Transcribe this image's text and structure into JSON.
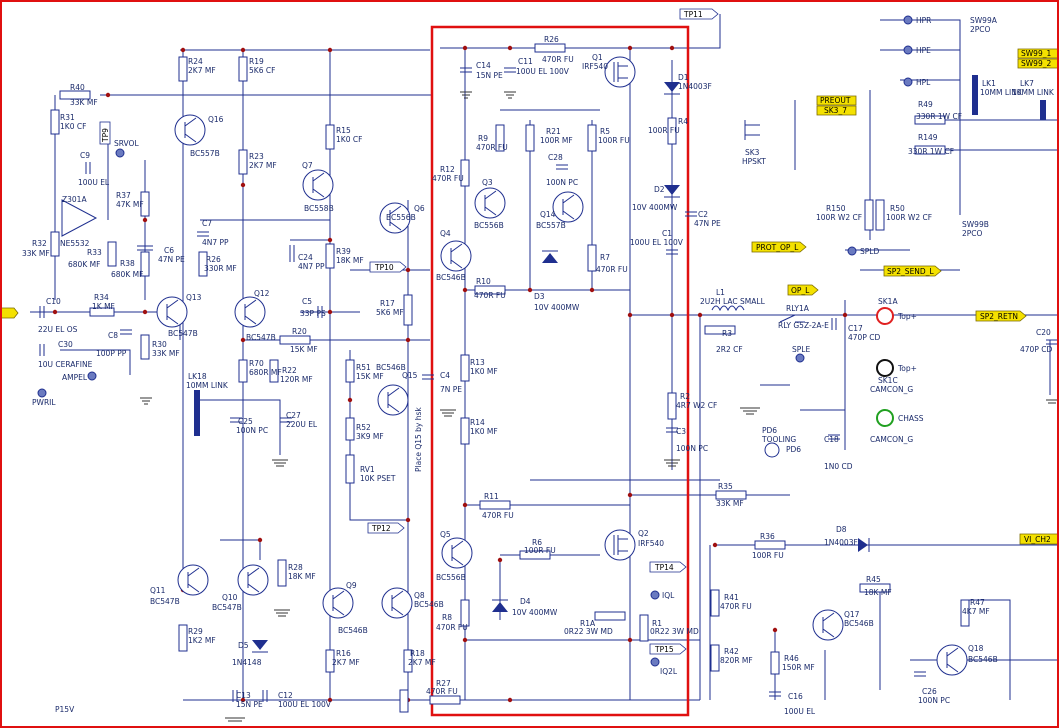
{
  "colors": {
    "wire": "#1f2f8f",
    "junction": "#a01010",
    "label": "#1a2a6a",
    "highlight_box": "#e01010",
    "net_tag": "#f4e100",
    "connector_red": "#e02020",
    "connector_green": "#20a020"
  },
  "net_tags": {
    "prot_op_l": "PROT_OP_L",
    "op_l": "OP_L",
    "sp2_send_l": "SP2_SEND_L",
    "sp2_retn": "SP2_RETN",
    "vi_ch2": "VI_CH2",
    "sw99_1": "SW99_1",
    "sw99_2": "SW99_2",
    "preout": "PREOUT",
    "sk3_7": "SK3_7"
  },
  "test_points": {
    "tp11": "TP11",
    "tp10": "TP10",
    "tp12": "TP12",
    "tp14": "TP14",
    "tp15": "TP15",
    "tp9": "TP9"
  },
  "pads": {
    "hpr": "HPR",
    "hpe": "HPE",
    "hpl": "HPL",
    "spld": "SPLD",
    "sple": "SPLE",
    "iql": "IQL",
    "iq2l": "IQ2L",
    "srvol": "SRVOL",
    "pwril": "PWRIL",
    "ampel": "AMPEL",
    "top1": "Top+",
    "top2": "Top+",
    "chass": "CHASS",
    "camcon1": "CAMCON_G",
    "camcon2": "CAMCON_G",
    "pd6": "PD6",
    "tooling": "TOOLING",
    "p15v": "P15V"
  },
  "components": {
    "r31": "R31",
    "r31v": "1K0 CF",
    "r40": "R40",
    "r40v": "33K MF",
    "r24": "R24",
    "r24v": "2K7 MF",
    "r19": "R19",
    "r19v": "5K6 CF",
    "q16": "Q16",
    "q16t": "BC557B",
    "r23": "R23",
    "r23v": "2K7 MF",
    "r15": "R15",
    "r15v": "1K0 CF",
    "q7": "Q7",
    "q7t": "BC558B",
    "c9": "C9",
    "c9v": "100U EL",
    "r37": "R37",
    "r37v": "47K MF",
    "z301a": "Z301A",
    "ne5532": "NE5532",
    "r32": "R32",
    "r32v": "33K MF",
    "r33": "R33",
    "r33v": "680K MF",
    "r38": "R38",
    "r38v": "680K MF",
    "c6": "C6",
    "c6v": "47N PE",
    "c7": "C7",
    "c7v": "4N7 PP",
    "r26b": "R26",
    "r26bv": "330R MF",
    "c24": "C24",
    "c24v": "4N7 PP",
    "r39": "R39",
    "r39v": "18K MF",
    "q6": "Q6",
    "q6t": "BC556B",
    "c10": "C10",
    "c10v": "22U EL OS",
    "r34": "R34",
    "r34v": "1K MF",
    "q13": "Q13",
    "q13t": "BC547B",
    "q12": "Q12",
    "q12t": "BC547B",
    "c5": "C5",
    "c5v": "33P PS",
    "r17": "R17",
    "r17v": "5K6 MF",
    "r20": "R20",
    "r20v": "15K MF",
    "c8": "C8",
    "c8v": "100P PP",
    "r30": "R30",
    "r30v": "33K MF",
    "c30": "C30",
    "c30v": "10U CERAFINE",
    "lk18": "LK18",
    "lk18v": "10MM LINK",
    "r70": "R70",
    "r70v": "680R MF",
    "r22": "R22",
    "r22v": "120R MF",
    "c25": "C25",
    "c25v": "100N PC",
    "c27": "C27",
    "c27v": "220U EL",
    "r51": "R51",
    "r51v": "15K MF",
    "q15": "Q15",
    "q15t": "BC546B",
    "r52": "R52",
    "r52v": "3K9 MF",
    "rv1": "RV1",
    "rv1v": "10K PSET",
    "c4": "C4",
    "c4v": "7N PE",
    "place": "Place Q15 by hsk",
    "c14": "C14",
    "c14v": "15N PE",
    "c11": "C11",
    "c11v": "100U EL 100V",
    "r26": "R26",
    "r26v": "470R FU",
    "q1": "Q1",
    "q1t": "IRF540",
    "d1": "D1",
    "d1v": "1N4003F",
    "r9": "R9",
    "r9v": "470R FU",
    "r21": "R21",
    "r21v": "100R MF",
    "r5": "R5",
    "r5v": "100R FU",
    "r4": "R4",
    "r4v": "100R FU",
    "c28": "C28",
    "c28v": "100N PC",
    "r12": "R12",
    "r12v": "470R FU",
    "q3": "Q3",
    "q3t": "BC556B",
    "q14": "Q14",
    "q14t": "BC557B",
    "d2": "D2",
    "d2v": "10V 400MW",
    "c2": "C2",
    "c2v": "47N PE",
    "c1": "C1",
    "c1v": "100U EL 100V",
    "q4": "Q4",
    "q4t": "BC546B",
    "r7": "R7",
    "r7v": "470R FU",
    "r10": "R10",
    "r10v": "470R FU",
    "d3": "D3",
    "d3v": "10V 400MW",
    "r13": "R13",
    "r13v": "1K0 MF",
    "r14": "R14",
    "r14v": "1K0 MF",
    "r2": "R2",
    "r2v": "4R7 W2 CF",
    "c3": "C3",
    "c3v": "100N PC",
    "r11": "R11",
    "r11v": "470R FU",
    "q5": "Q5",
    "q5t": "BC556B",
    "r6": "R6",
    "r6v": "100R FU",
    "q2": "Q2",
    "q2t": "IRF540",
    "d4": "D4",
    "d4v": "10V 400MW",
    "r8": "R8",
    "r8v": "470R FU",
    "r1a": "R1A",
    "r1av": "0R22 3W MD",
    "r1": "R1",
    "r1v": "0R22 3W MD",
    "r27": "R27",
    "r27v": "470R FU",
    "q11": "Q11",
    "q11t": "BC547B",
    "q10": "Q10",
    "q10t": "BC547B",
    "r28": "R28",
    "r28v": "18K MF",
    "r29": "R29",
    "r29v": "1K2 MF",
    "d5": "D5",
    "d5v": "1N4148",
    "q9": "Q9",
    "q9t": "BC546B",
    "q8": "Q8",
    "q8t": "BC546B",
    "r16": "R16",
    "r16v": "2K7 MF",
    "r18": "R18",
    "r18v": "2K7 MF",
    "c13": "C13",
    "c13v": "15N PE",
    "c12": "C12",
    "c12v": "100U EL 100V",
    "l1": "L1",
    "l1v": "2U2H LAC SMALL",
    "r3": "R3",
    "r3v": "2R2 CF",
    "rly1a": "RLY1A",
    "rly1av": "RLY G5Z-2A-E",
    "c17": "C17",
    "c17v": "470P CD",
    "sk1a": "SK1A",
    "sk1c": "SK1C",
    "c18": "C18",
    "c18v": "1N0 CD",
    "r150": "R150",
    "r150v": "100R W2 CF",
    "r50": "R50",
    "r50v": "100R W2 CF",
    "r49": "R49",
    "r49v": "330R 1W CF",
    "r149": "R149",
    "r149v": "330R 1W CF",
    "lk1": "LK1",
    "lk1v": "10MM LINK",
    "lk7": "LK7",
    "lk7v": "10MM LINK",
    "sw99a": "SW99A",
    "sw99av": "2PCO",
    "sw99b": "SW99B",
    "sw99bv": "2PCO",
    "sk3": "SK3",
    "sk3v": "HPSKT",
    "c20": "C20",
    "c20v": "470P CD",
    "r35": "R35",
    "r35v": "33K MF",
    "r36": "R36",
    "r36v": "100R FU",
    "d8": "D8",
    "d8v": "1N4003F",
    "r45": "R45",
    "r45v": "18K MF",
    "r41": "R41",
    "r41v": "470R FU",
    "q17": "Q17",
    "q17t": "BC546B",
    "r47": "R47",
    "r47v": "4K7 MF",
    "q18": "Q18",
    "q18t": "BC546B",
    "r42": "R42",
    "r42v": "820R MF",
    "r46": "R46",
    "r46v": "150R MF",
    "c16": "C16",
    "c16v": "100U EL",
    "c26": "C26",
    "c26v": "100N PC"
  }
}
